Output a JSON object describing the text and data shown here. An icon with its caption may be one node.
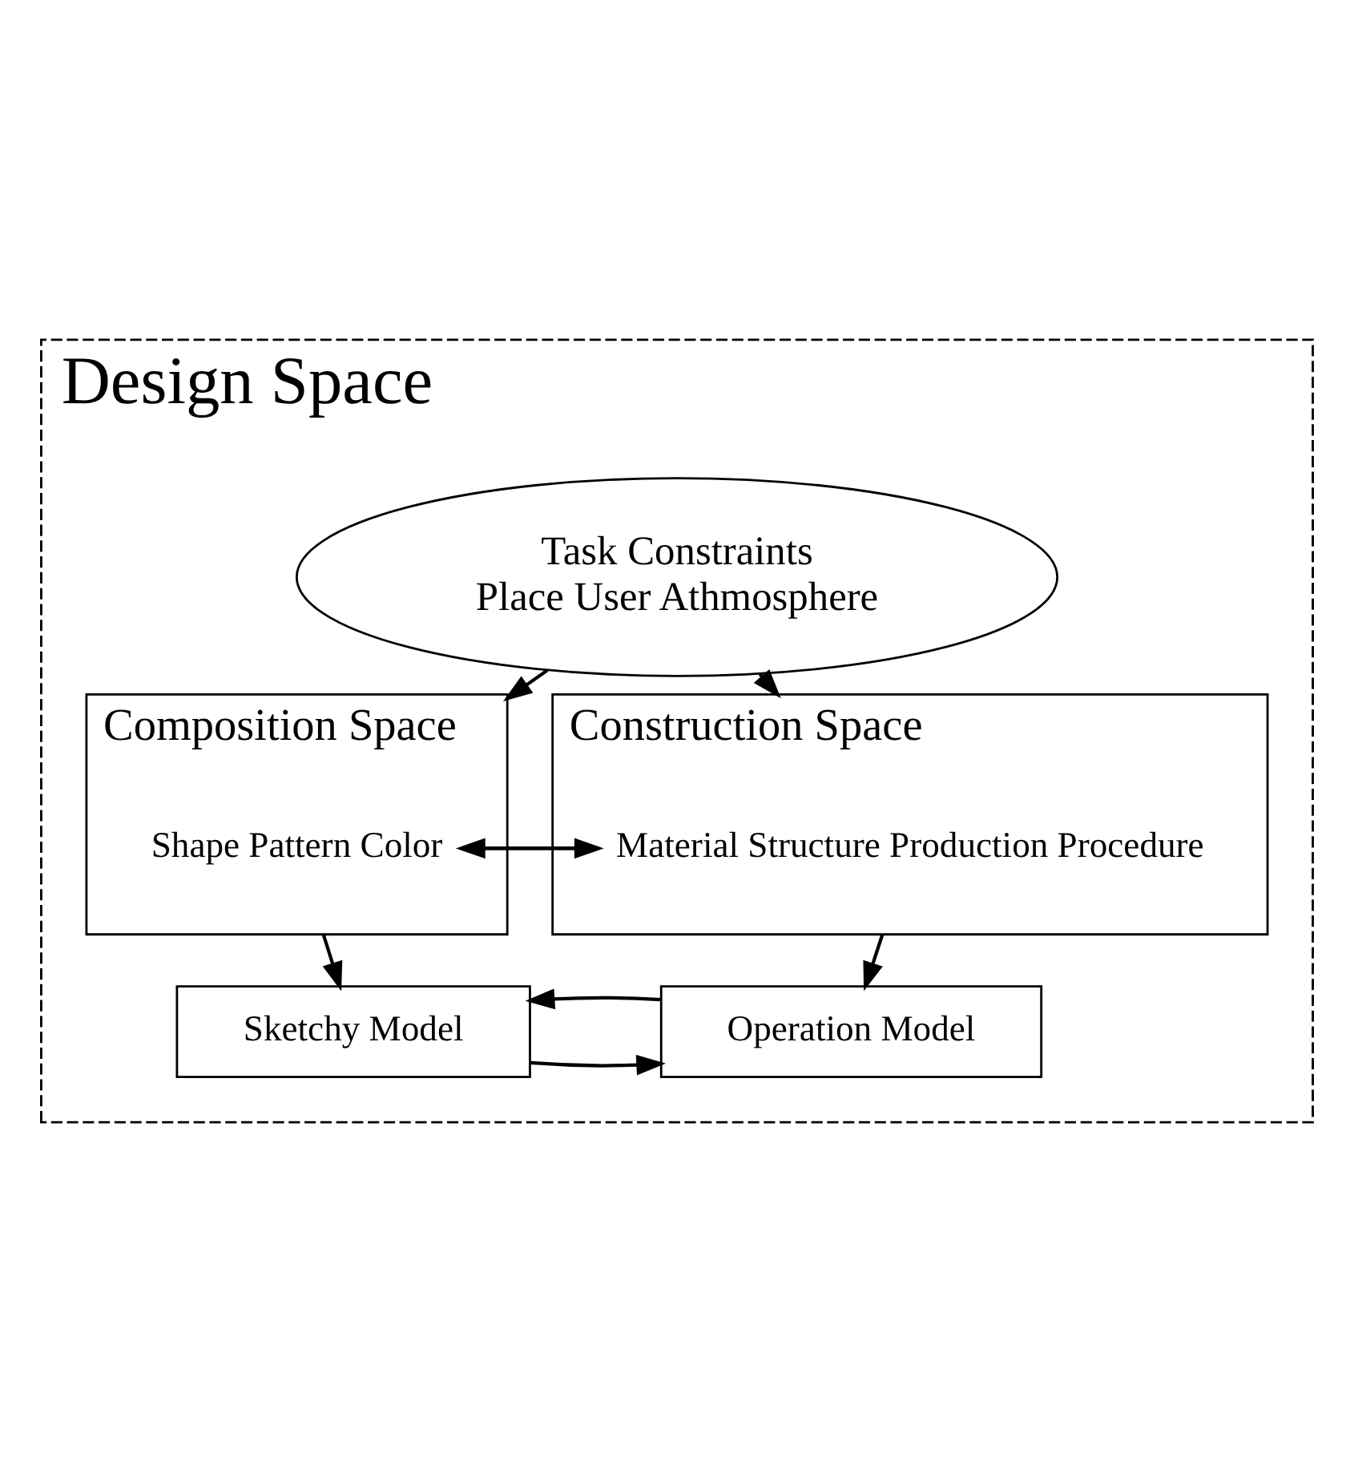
{
  "diagram": {
    "nodes": [
      {
        "text": [
          "Design Space"
        ]
      },
      {
        "text": [
          "Task Constraints",
          "Place User Athmosphere"
        ],
        "in": 0
      },
      {
        "text": [
          "Composition Space"
        ],
        "in": 0
      },
      {
        "text": [
          "Shape Pattern Color"
        ],
        "in": 2
      },
      {
        "text": [
          "Construction Space"
        ],
        "in": 0
      },
      {
        "text": [
          "Material Structure Production Procedure"
        ],
        "in": 4
      },
      {
        "text": [
          "Sketchy Model"
        ],
        "in": 0
      },
      {
        "text": [
          "Operation Model"
        ],
        "in": 0
      }
    ],
    "edges": [
      {
        "from": 1,
        "to": 2,
        "arrow": "to"
      },
      {
        "from": 1,
        "to": 4,
        "arrow": "to"
      },
      {
        "from": 3,
        "to": 5,
        "arrow": "to"
      },
      {
        "from": 5,
        "to": 3,
        "arrow": "to"
      },
      {
        "from": 2,
        "to": 6,
        "arrow": "to"
      },
      {
        "from": 4,
        "to": 7,
        "arrow": "to"
      },
      {
        "from": 6,
        "to": 7,
        "arrow": "to"
      },
      {
        "from": 7,
        "to": 6,
        "arrow": "to"
      }
    ]
  }
}
